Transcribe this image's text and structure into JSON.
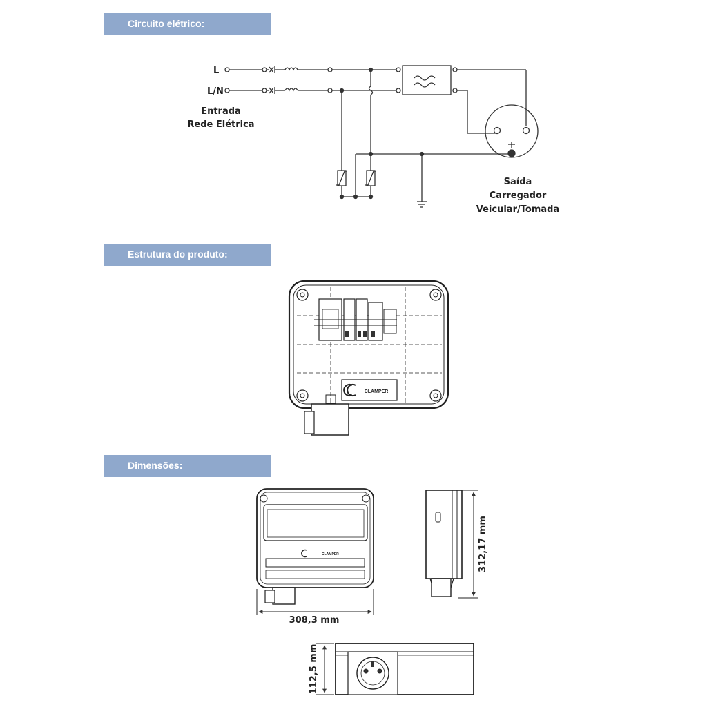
{
  "theme": {
    "header_bg": "#8fa8cc",
    "line": "#333333"
  },
  "sections": {
    "circuit": {
      "title": "Circuito elétrico:"
    },
    "structure": {
      "title": "Estrutura do produto:"
    },
    "dimensions": {
      "title": "Dimensões:"
    }
  },
  "circuit": {
    "line_l": "L",
    "line_ln": "L/N",
    "input_line1": "Entrada",
    "input_line2": "Rede Elétrica",
    "output_line1": "Saída",
    "output_line2": "Carregador",
    "output_line3": "Veicular/Tomada"
  },
  "structure": {
    "brand": "CLAMPER"
  },
  "dimensions": {
    "width": "308,3 mm",
    "height": "312,17 mm",
    "depth": "112,5 mm",
    "brand": "CLAMPER"
  }
}
